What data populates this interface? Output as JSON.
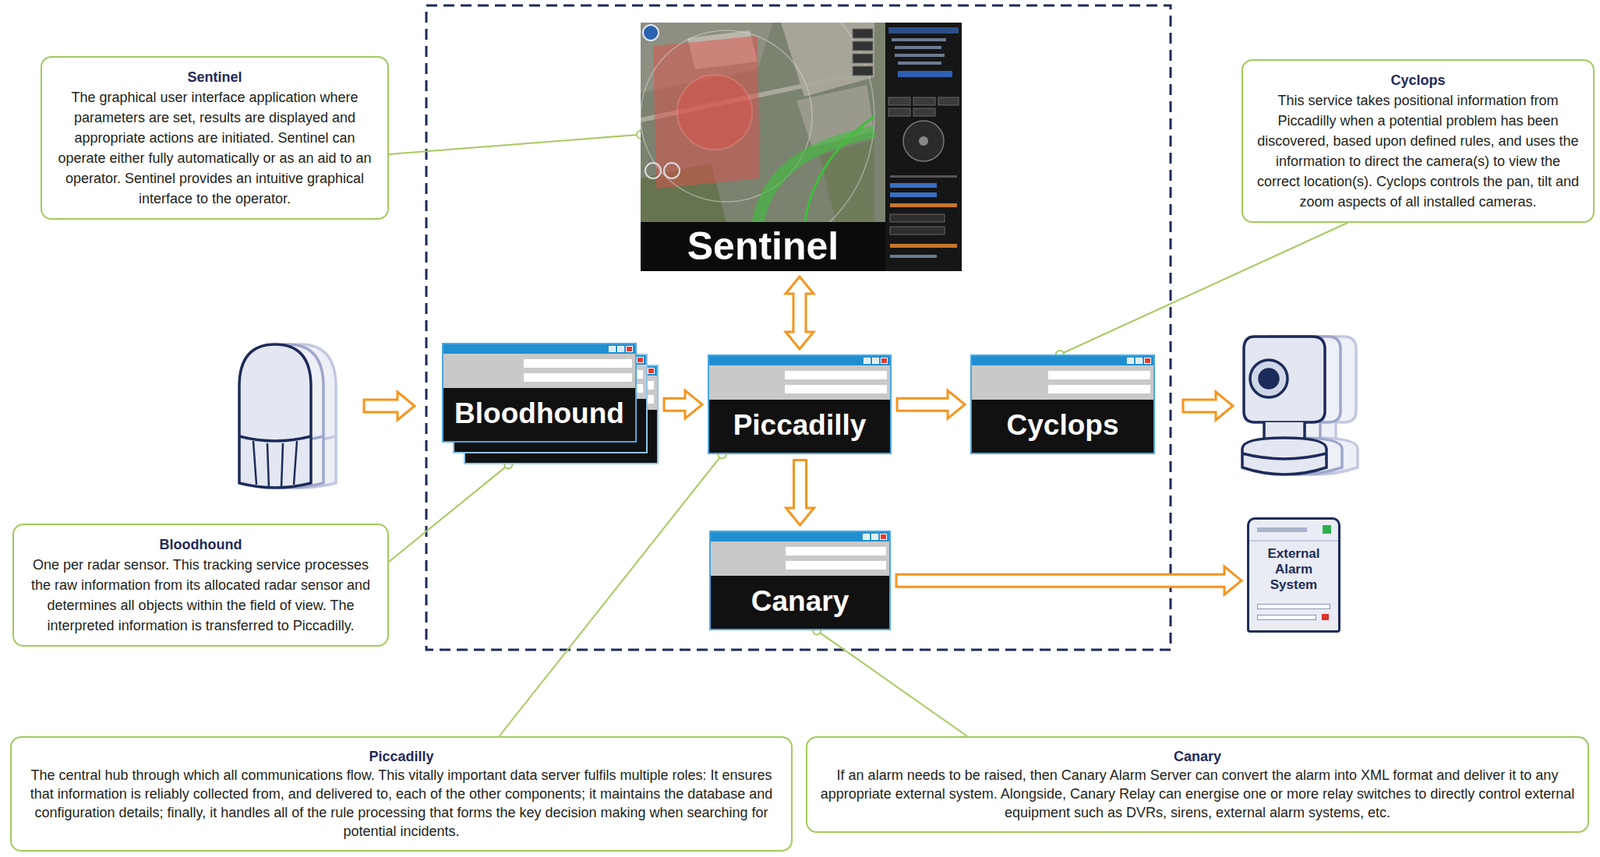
{
  "diagram": {
    "nodes": [
      {
        "text": [
          "Sentinel",
          "The graphical user interface application where parameters are set, results are displayed and appropriate actions are initiated. Sentinel can operate either fully automatically or as an aid to an operator. Sentinel provides an intuitive graphical interface to the operator."
        ]
      },
      {
        "text": [
          "Sentinel"
        ]
      },
      {
        "text": [
          "Cyclops",
          "This service takes positional information from Piccadilly when a potential problem has been discovered, based upon defined rules, and uses the information to direct the camera(s) to view the correct location(s). Cyclops controls the pan, tilt and zoom aspects of all installed cameras."
        ]
      },
      {
        "text": [
          "Bloodhound"
        ]
      },
      {
        "text": [
          "Piccadilly"
        ]
      },
      {
        "text": [
          "Cyclops"
        ]
      },
      {
        "text": [
          "Bloodhound",
          "One per radar sensor. This tracking service processes the raw information from its allocated radar sensor and determines all objects within the field of view. The interpreted information is transferred to Piccadilly."
        ]
      },
      {
        "text": [
          "Canary"
        ]
      },
      {
        "text": [
          "External Alarm System"
        ]
      },
      {
        "text": [
          "Piccadilly",
          "The central hub through which all communications flow. This vitally important data server fulfils multiple roles: It ensures that information is reliably collected from, and delivered to, each of the other components; it maintains the database and configuration details; finally, it handles all of the rule processing that forms the key decision making when searching for potential incidents."
        ]
      },
      {
        "text": [
          "Canary",
          "If an alarm needs to be raised, then Canary Alarm Server can convert the alarm into XML format and deliver it to any appropriate external system. Alongside, Canary Relay can energise one or more relay switches to directly control external equipment such as DVRs, sirens, external alarm systems, etc."
        ]
      }
    ],
    "edges": [
      {
        "from": 3,
        "to": 4,
        "arrow": "to"
      },
      {
        "from": 1,
        "to": 4,
        "arrow": "both"
      },
      {
        "from": 4,
        "to": 5,
        "arrow": "to"
      },
      {
        "from": 4,
        "to": 7,
        "arrow": "to"
      },
      {
        "from": 7,
        "to": 8,
        "arrow": "to"
      },
      {
        "from": 0,
        "to": 1,
        "arrow": "none"
      },
      {
        "from": 2,
        "to": 5,
        "arrow": "none"
      },
      {
        "from": 6,
        "to": 3,
        "arrow": "none"
      },
      {
        "from": 9,
        "to": 4,
        "arrow": "none"
      },
      {
        "from": 10,
        "to": 7,
        "arrow": "none"
      }
    ]
  }
}
